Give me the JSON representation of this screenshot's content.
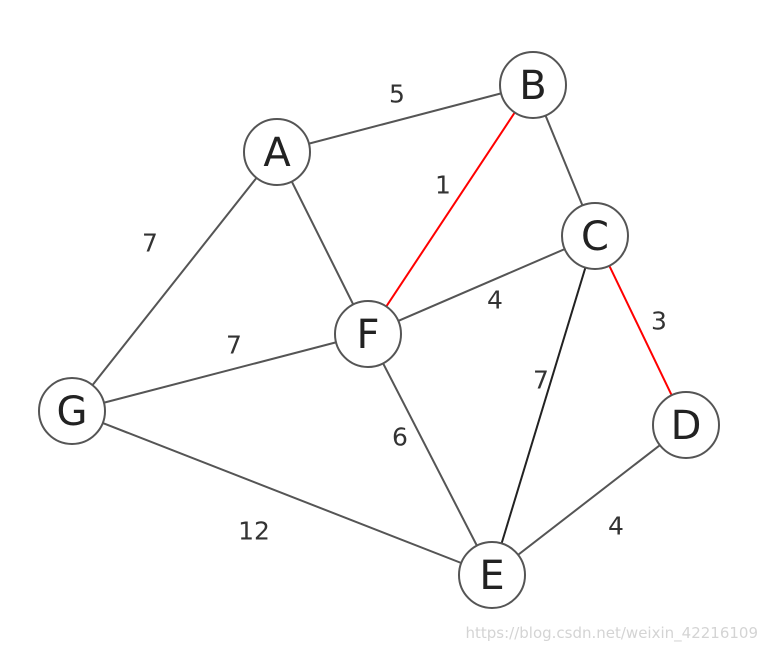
{
  "graph": {
    "nodes": [
      {
        "id": "A",
        "label": "A"
      },
      {
        "id": "B",
        "label": "B"
      },
      {
        "id": "C",
        "label": "C"
      },
      {
        "id": "D",
        "label": "D"
      },
      {
        "id": "E",
        "label": "E"
      },
      {
        "id": "F",
        "label": "F"
      },
      {
        "id": "G",
        "label": "G"
      }
    ],
    "edges": [
      {
        "from": "A",
        "to": "B",
        "weight": "5",
        "color": "#555555"
      },
      {
        "from": "B",
        "to": "F",
        "weight": "1",
        "color": "#ff0000"
      },
      {
        "from": "B",
        "to": "C",
        "weight": "",
        "color": "#555555"
      },
      {
        "from": "A",
        "to": "G",
        "weight": "7",
        "color": "#555555"
      },
      {
        "from": "A",
        "to": "F",
        "weight": "",
        "color": "#555555"
      },
      {
        "from": "F",
        "to": "C",
        "weight": "4",
        "color": "#555555"
      },
      {
        "from": "C",
        "to": "D",
        "weight": "3",
        "color": "#ff0000"
      },
      {
        "from": "G",
        "to": "F",
        "weight": "7",
        "color": "#555555"
      },
      {
        "from": "C",
        "to": "E",
        "weight": "7",
        "color": "#222222"
      },
      {
        "from": "F",
        "to": "E",
        "weight": "6",
        "color": "#555555"
      },
      {
        "from": "G",
        "to": "E",
        "weight": "12",
        "color": "#555555"
      },
      {
        "from": "D",
        "to": "E",
        "weight": "4",
        "color": "#555555"
      }
    ]
  },
  "watermark": "https://blog.csdn.net/weixin_42216109"
}
